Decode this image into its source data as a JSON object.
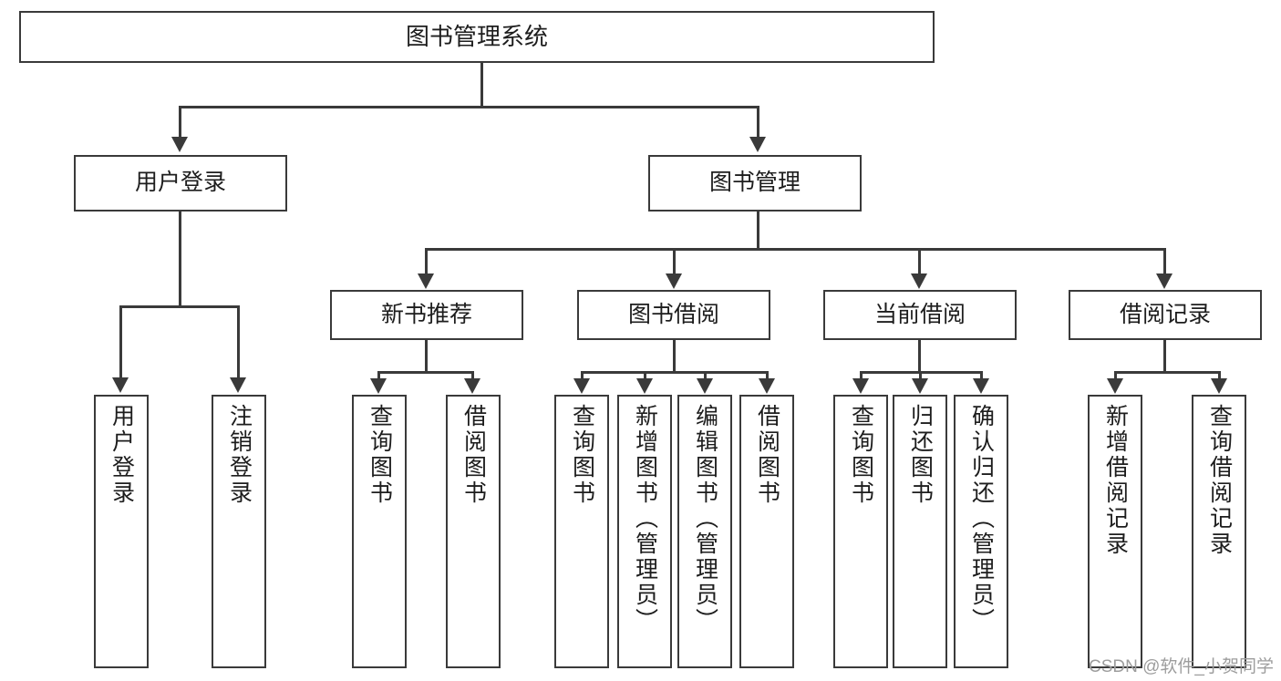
{
  "diagram": {
    "type": "tree-hierarchy-chart",
    "title": "图书管理系统",
    "watermark": "CSDN @软件_小贺同学",
    "colors": {
      "box_border": "#3a3a3a",
      "box_fill": "#ffffff",
      "connector": "#3a3a3a",
      "text": "#1d1d1d",
      "watermark": "#9d9d9d",
      "background": "#ffffff"
    },
    "nodes": {
      "root": {
        "label": "图书管理系统",
        "level": 1,
        "orientation": "horizontal"
      },
      "user_login": {
        "label": "用户登录",
        "level": 2,
        "orientation": "horizontal"
      },
      "book_manage": {
        "label": "图书管理",
        "level": 2,
        "orientation": "horizontal"
      },
      "new_book_rec": {
        "label": "新书推荐",
        "level": 3,
        "orientation": "horizontal"
      },
      "book_borrow": {
        "label": "图书借阅",
        "level": 3,
        "orientation": "horizontal"
      },
      "current_borrow": {
        "label": "当前借阅",
        "level": 3,
        "orientation": "horizontal"
      },
      "borrow_record": {
        "label": "借阅记录",
        "level": 3,
        "orientation": "horizontal"
      },
      "leaf_user_login": {
        "label": "用户登录",
        "level": 4,
        "orientation": "vertical"
      },
      "leaf_user_logout": {
        "label": "注销登录",
        "level": 4,
        "orientation": "vertical"
      },
      "leaf_rec_query_book": {
        "label": "查询图书",
        "level": 4,
        "orientation": "vertical"
      },
      "leaf_rec_borrow_book": {
        "label": "借阅图书",
        "level": 4,
        "orientation": "vertical"
      },
      "leaf_bor_query_book": {
        "label": "查询图书",
        "level": 4,
        "orientation": "vertical"
      },
      "leaf_bor_add_book": {
        "label": "新增图书（管理员）",
        "level": 4,
        "orientation": "vertical"
      },
      "leaf_bor_edit_book": {
        "label": "编辑图书（管理员）",
        "level": 4,
        "orientation": "vertical"
      },
      "leaf_bor_borrow_book": {
        "label": "借阅图书",
        "level": 4,
        "orientation": "vertical"
      },
      "leaf_cur_query_book": {
        "label": "查询图书",
        "level": 4,
        "orientation": "vertical"
      },
      "leaf_cur_return_book": {
        "label": "归还图书",
        "level": 4,
        "orientation": "vertical"
      },
      "leaf_cur_confirm_return": {
        "label": "确认归还（管理员）",
        "level": 4,
        "orientation": "vertical"
      },
      "leaf_rec_add_record": {
        "label": "新增借阅记录",
        "level": 4,
        "orientation": "vertical"
      },
      "leaf_rec_query_record": {
        "label": "查询借阅记录",
        "level": 4,
        "orientation": "vertical"
      }
    },
    "edges": [
      {
        "from": "root",
        "to": "user_login"
      },
      {
        "from": "root",
        "to": "book_manage"
      },
      {
        "from": "user_login",
        "to": "leaf_user_login"
      },
      {
        "from": "user_login",
        "to": "leaf_user_logout"
      },
      {
        "from": "book_manage",
        "to": "new_book_rec"
      },
      {
        "from": "book_manage",
        "to": "book_borrow"
      },
      {
        "from": "book_manage",
        "to": "current_borrow"
      },
      {
        "from": "book_manage",
        "to": "borrow_record"
      },
      {
        "from": "new_book_rec",
        "to": "leaf_rec_query_book"
      },
      {
        "from": "new_book_rec",
        "to": "leaf_rec_borrow_book"
      },
      {
        "from": "book_borrow",
        "to": "leaf_bor_query_book"
      },
      {
        "from": "book_borrow",
        "to": "leaf_bor_add_book"
      },
      {
        "from": "book_borrow",
        "to": "leaf_bor_edit_book"
      },
      {
        "from": "book_borrow",
        "to": "leaf_bor_borrow_book"
      },
      {
        "from": "current_borrow",
        "to": "leaf_cur_query_book"
      },
      {
        "from": "current_borrow",
        "to": "leaf_cur_return_book"
      },
      {
        "from": "current_borrow",
        "to": "leaf_cur_confirm_return"
      },
      {
        "from": "borrow_record",
        "to": "leaf_rec_add_record"
      },
      {
        "from": "borrow_record",
        "to": "leaf_rec_query_record"
      }
    ]
  }
}
